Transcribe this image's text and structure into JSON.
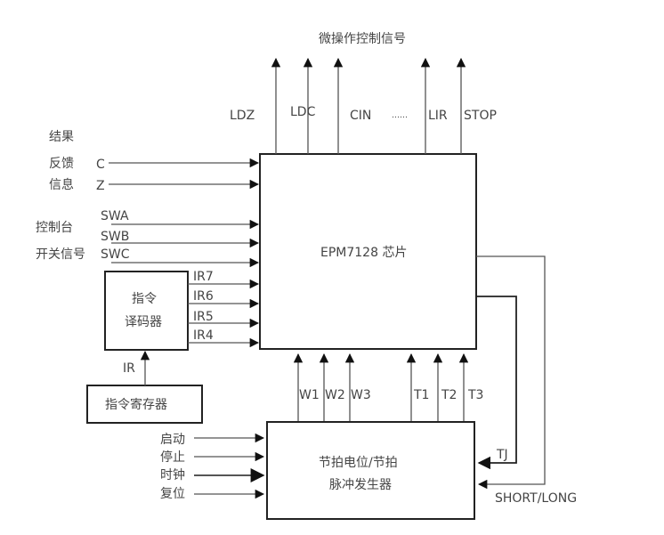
{
  "title": "微操作控制信号",
  "outputs": [
    "LDZ",
    "LDC",
    "CIN",
    "LIR",
    "STOP"
  ],
  "ellipsis": "……",
  "feedback_label": [
    "结果",
    "反馈",
    "信息"
  ],
  "feedback_signals": [
    "C",
    "Z"
  ],
  "console_label": [
    "控制台",
    "开关信号"
  ],
  "console_signals": [
    "SWA",
    "SWB",
    "SWC"
  ],
  "decoder": {
    "label": [
      "指令",
      "译码器"
    ],
    "outputs": [
      "IR7",
      "IR6",
      "IR5",
      "IR4"
    ]
  },
  "register": {
    "label": "指令寄存器",
    "output": "IR"
  },
  "chip": {
    "label": "EPM7128 芯片"
  },
  "timing_signals": [
    "W1",
    "W2",
    "W3",
    "T1",
    "T2",
    "T3"
  ],
  "generator": {
    "label": [
      "节拍电位/节拍",
      "脉冲发生器"
    ]
  },
  "generator_inputs": [
    "启动",
    "停止",
    "时钟",
    "复位"
  ],
  "feedback_to_generator": [
    "TJ",
    "SHORT/LONG"
  ]
}
